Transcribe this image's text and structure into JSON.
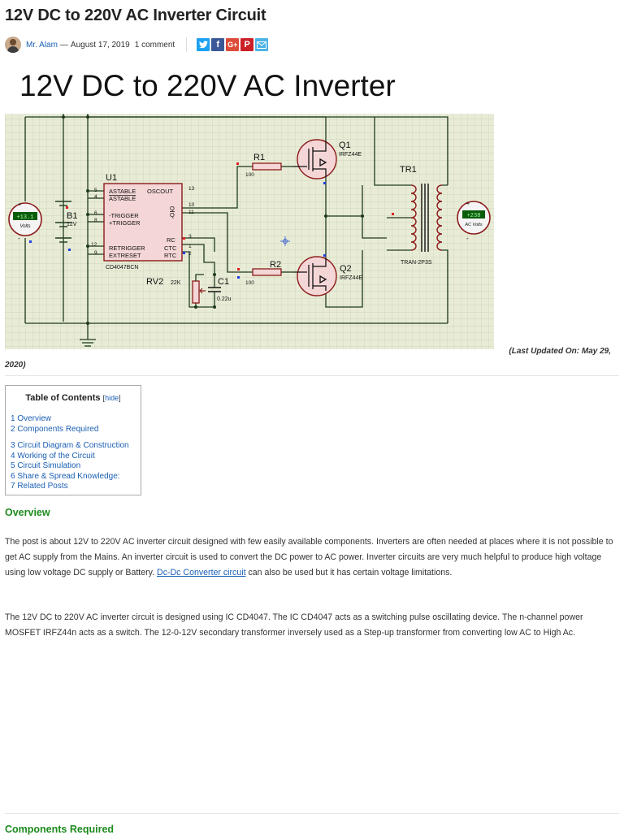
{
  "article": {
    "title": "12V DC to 220V AC Inverter Circuit",
    "author": "Mr. Alam",
    "date": "August 17, 2019",
    "comments": "1 comment",
    "updated_line1": "(Last Updated On: May 29,",
    "updated_line2": "2020)"
  },
  "share_icons": [
    "twitter-icon",
    "facebook-icon",
    "google-plus-icon",
    "pinterest-icon",
    "email-icon"
  ],
  "colors": {
    "link": "#1a5fb4",
    "heading": "#1e8b1e",
    "wire": "#1e3a1e",
    "resistor": "#8b1a1a",
    "grid_bg": "#e8ecd6"
  },
  "figure": {
    "heading": "12V DC to 220V AC Inverter",
    "labels": {
      "u1": "U1",
      "ic": "CD4047BCN",
      "astable": "ASTABLE",
      "astable_n": "ASTABLE",
      "oscout": "OSCOUT",
      "trig_n": "-TRIGGER",
      "trig_p": "+TRIGGER",
      "q": "Q",
      "qn": "Q",
      "retrig": "RETRIGGER",
      "extreset": "EXTRESET",
      "rc": "RC",
      "ctc": "CTC",
      "rtc": "RTC",
      "pin5": "5",
      "pin4": "4",
      "pin6": "6",
      "pin8": "8",
      "pin12": "12",
      "pin9": "9",
      "pin13": "13",
      "pin10": "10",
      "pin11": "11",
      "pin3": "3",
      "pin1": "1",
      "pin2": "2",
      "b1": "B1",
      "b1v": "12V",
      "r1": "R1",
      "r1v": "100",
      "r2": "R2",
      "r2v": "100",
      "q1": "Q1",
      "q1p": "IRFZ44E",
      "q2": "Q2",
      "q2p": "IRFZ44E",
      "tr1": "TR1",
      "tr1p": "TRAN-2P3S",
      "rv2": "RV2",
      "rv2v": "22K",
      "c1": "C1",
      "c1v": "0.22u",
      "vm_left_val": "+13.1",
      "vm_left_unit": "Volts",
      "vm_right_val": "+238",
      "vm_right_unit": "AC Volts",
      "plus": "+",
      "minus": "-"
    }
  },
  "toc": {
    "title": "Table of Contents",
    "hide_open": "[",
    "hide_label": "hide",
    "hide_close": "]",
    "items": [
      "1 Overview",
      "2 Components Required",
      "3 Circuit Diagram & Construction",
      "4 Working of the Circuit",
      "5 Circuit Simulation",
      "6 Share & Spread Knowledge:",
      "7 Related Posts"
    ]
  },
  "overview": {
    "heading": "Overview",
    "p1_before": "The post is about 12V to 220V AC inverter circuit designed with few easily available components. Inverters are often needed at places where it is not possible to get AC supply from the Mains. An inverter circuit is used to convert the DC power to AC power. Inverter circuits are very much helpful to produce high voltage using low voltage DC supply or Battery. ",
    "p1_link": "Dc-Dc Converter circuit",
    "p1_after": " can also be used but it has certain voltage limitations.",
    "p2": "The 12V DC to 220V AC inverter circuit is designed using IC CD4047. The IC CD4047 acts as a switching pulse oscillating device. The n-channel power MOSFET IRFZ44n acts as a switch. The 12-0-12V secondary transformer inversely used as a Step-up transformer from converting low AC to High Ac."
  },
  "components": {
    "heading": "Components Required"
  }
}
